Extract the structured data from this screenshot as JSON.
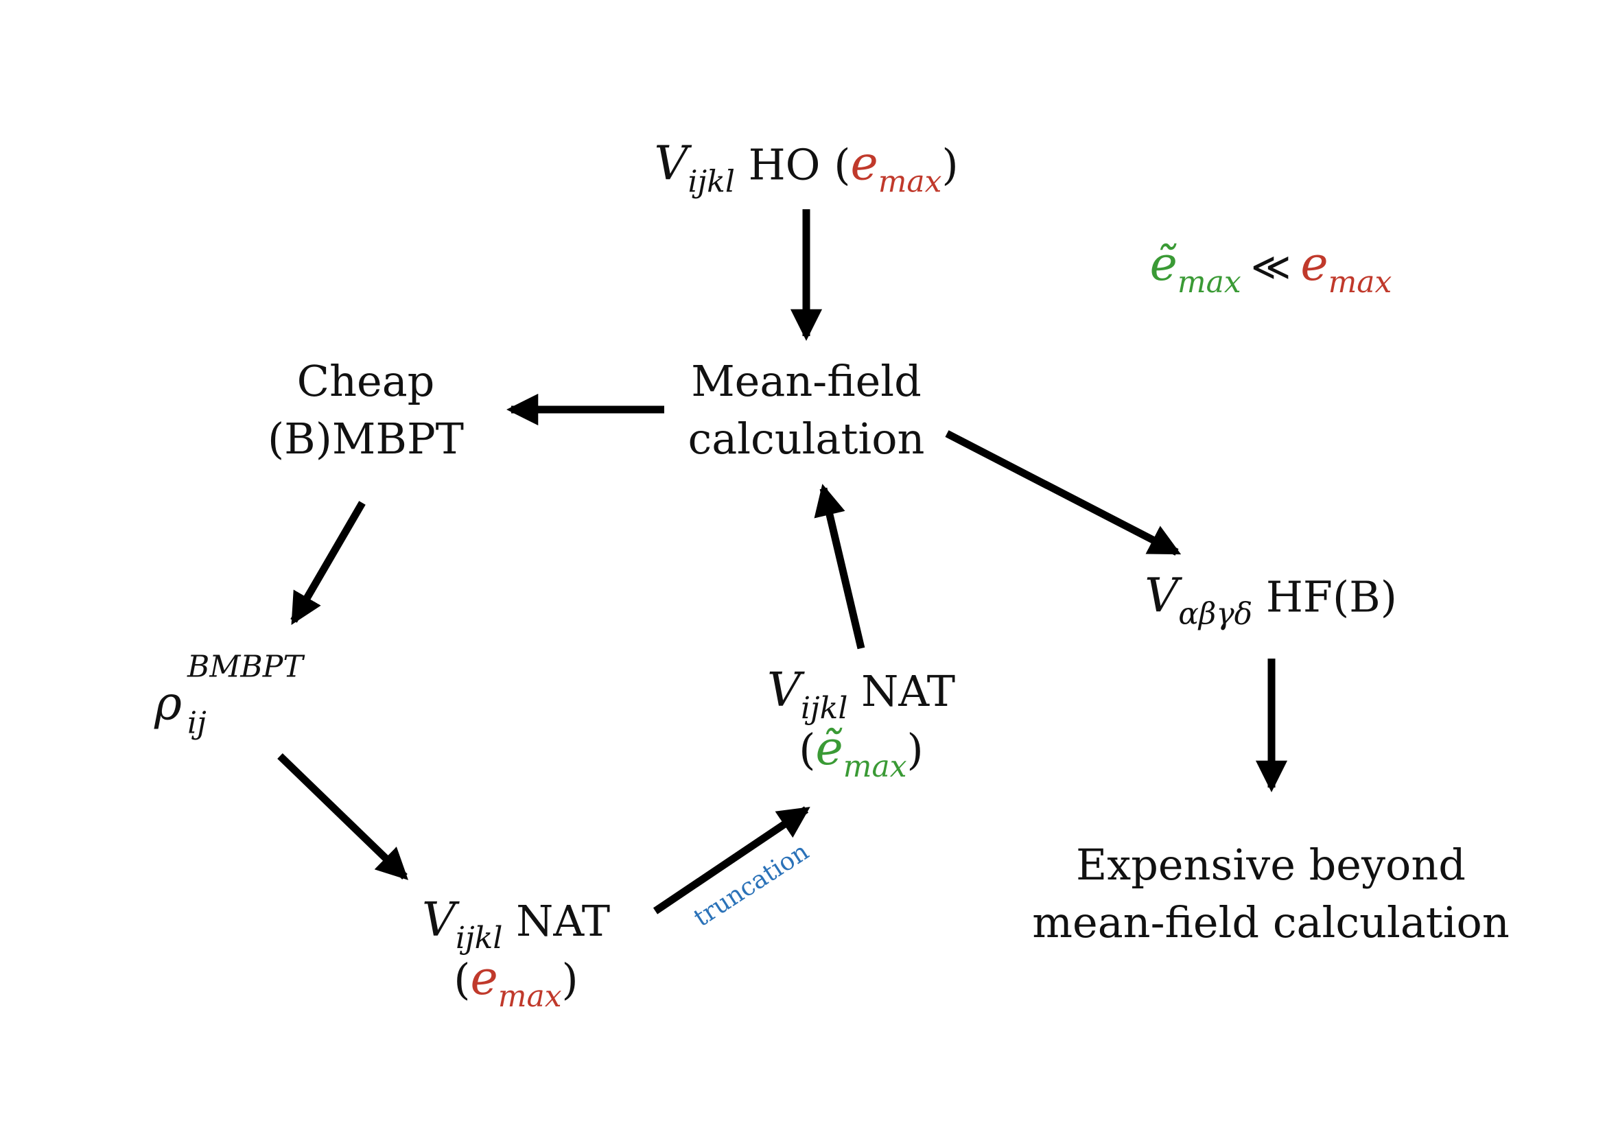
{
  "colors": {
    "text": "#111111",
    "emax": "#c0392b",
    "emax_tilde": "#3a9a35",
    "truncation": "#2b72b8",
    "arrow": "#000000"
  },
  "symbols": {
    "V": "V",
    "ijkl": "ijkl",
    "alphabetagammadelta": "αβγδ",
    "e": "e",
    "e_tilde": "ẽ",
    "max": "max",
    "rho": "ρ",
    "ij": "ij",
    "BMBPT": "BMBPT",
    "much_less": "≪",
    "open_paren": "(",
    "close_paren": ")"
  },
  "nodes": {
    "ho": {
      "suffix": "HO"
    },
    "meanfield": {
      "line1": "Mean-field",
      "line2": "calculation"
    },
    "cheap": {
      "line1": "Cheap",
      "line2": "(B)MBPT"
    },
    "hf": {
      "suffix": "HF(B)"
    },
    "nat_truncated": {
      "suffix": "NAT"
    },
    "nat_full": {
      "suffix": "NAT"
    },
    "expensive": {
      "line1": "Expensive beyond",
      "line2": "mean-field calculation"
    }
  },
  "edges": {
    "truncation_label": "truncation"
  },
  "legend": {
    "relation": "≪"
  }
}
